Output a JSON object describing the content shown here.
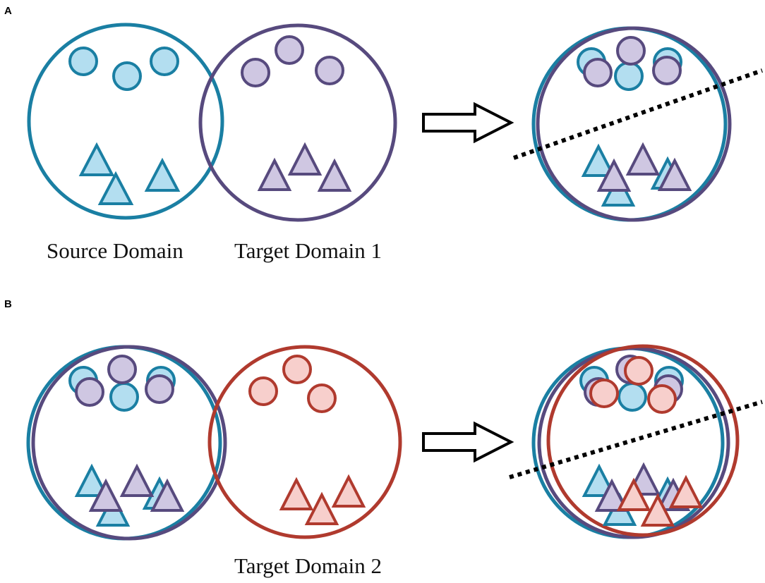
{
  "panels": {
    "a": {
      "label": "A",
      "captions": [
        "Source Domain",
        "Target Domain 1"
      ]
    },
    "b": {
      "label": "B",
      "captions": [
        "Target Domain 2"
      ]
    }
  },
  "colors": {
    "source_stroke": "#1a7fa3",
    "source_fill": "#b3def0",
    "target1_stroke": "#574a7e",
    "target1_fill": "#cfc7e2",
    "target2_stroke": "#b03a2e",
    "target2_fill": "#f7cfcc",
    "arrow": "#000000",
    "boundary": "#000000"
  },
  "icons": [
    "hollow-right-arrow",
    "dotted-decision-boundary"
  ]
}
